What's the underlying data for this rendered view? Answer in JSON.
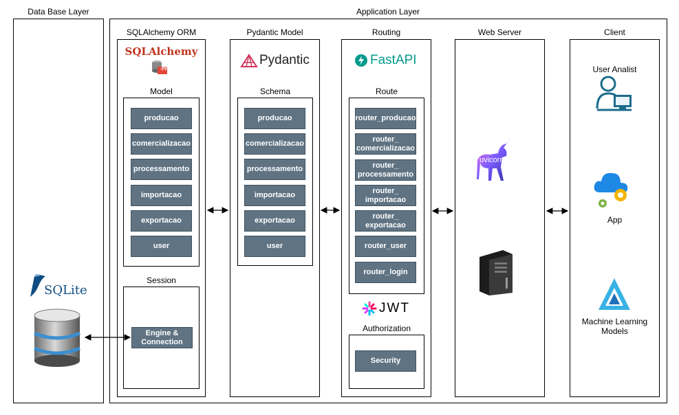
{
  "layers": {
    "db": "Data Base Layer",
    "app": "Application Layer"
  },
  "columns": {
    "sqlalchemy": {
      "title": "SQLAlchemy ORM",
      "logo_text": "SQLAlchemy",
      "logo_sub": ".py",
      "model_title": "Model",
      "models": [
        "producao",
        "comercializacao",
        "processamento",
        "importacao",
        "exportacao",
        "user"
      ],
      "session_title": "Session",
      "engine": "Engine & Connection"
    },
    "pydantic": {
      "title": "Pydantic Model",
      "logo_text": "Pydantic",
      "schema_title": "Schema",
      "schemas": [
        "producao",
        "comercializacao",
        "processamento",
        "importacao",
        "exportacao",
        "user"
      ]
    },
    "routing": {
      "title": "Routing",
      "logo_text": "FastAPI",
      "route_title": "Route",
      "routes": [
        "router_producao",
        "router_ comercializacao",
        "router_ processamento",
        "router_ importacao",
        "router_ exportacao",
        "router_user",
        "router_login"
      ],
      "jwt_logo": "JWT",
      "auth_title": "Authorization",
      "security": "Security"
    },
    "webserver": {
      "title": "Web Server",
      "uvicorn": "uvicorn"
    },
    "client": {
      "title": "Client",
      "user": "User Analist",
      "app": "App",
      "ml": "Machine Learning Models"
    }
  },
  "db": {
    "logo_text": "SQLite"
  },
  "colors": {
    "box_fill": "#5f7383",
    "sqlalchemy_red": "#c0341d",
    "fastapi_teal": "#059a8c",
    "icon_blue": "#1a6c8c",
    "azure_blue": "#1e88e5"
  }
}
